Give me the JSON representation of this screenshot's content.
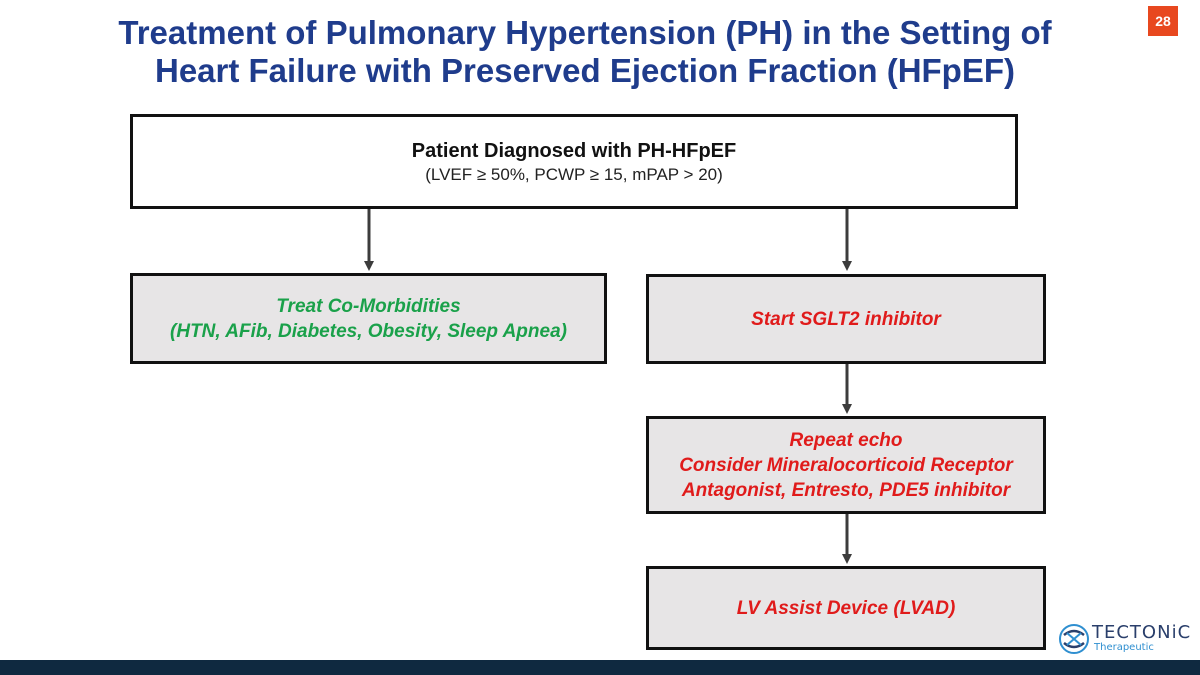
{
  "slide": {
    "title_line1": "Treatment of Pulmonary Hypertension (PH) in the Setting of",
    "title_line2": "Heart Failure with Preserved Ejection Fraction (HFpEF)",
    "page_number": "28"
  },
  "flowchart": {
    "root": {
      "heading": "Patient Diagnosed with PH-HFpEF",
      "criteria": "(LVEF ≥ 50%, PCWP ≥ 15, mPAP > 20)"
    },
    "comorbidities": {
      "line1": "Treat Co-Morbidities",
      "line2": "(HTN, AFib, Diabetes, Obesity, Sleep Apnea)"
    },
    "sglt2": {
      "text": "Start SGLT2 inhibitor"
    },
    "echo": {
      "line1": "Repeat echo",
      "line2": "Consider Mineralocorticoid Receptor",
      "line3": "Antagonist, Entresto, PDE5 inhibitor"
    },
    "lvad": {
      "text": "LV Assist Device (LVAD)"
    }
  },
  "logo": {
    "name": "TECTONiC",
    "subtitle": "Therapeutic"
  },
  "colors": {
    "title": "#1f3c8c",
    "green_text": "#1aa14a",
    "red_text": "#e01b1b",
    "page_badge": "#e8481f",
    "footer_bar": "#0f2940",
    "box_fill": "#e7e5e6"
  }
}
